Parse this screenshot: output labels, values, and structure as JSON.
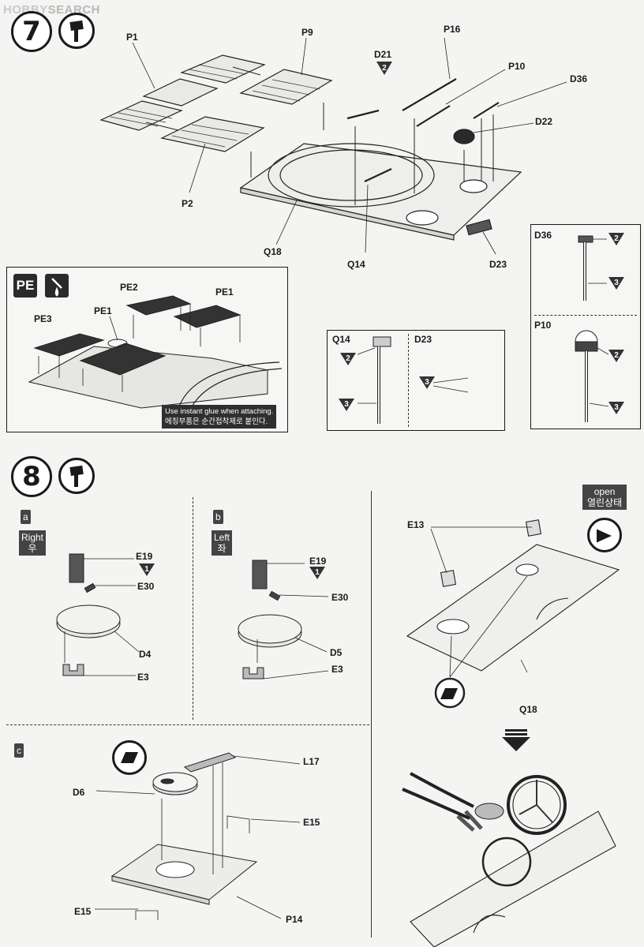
{
  "watermark": {
    "brand": "HOBBY",
    "text": "SEARCH"
  },
  "step7": {
    "number": "7",
    "labels": {
      "p1": "P1",
      "p9": "P9",
      "d21": "D21",
      "d21_num": "2",
      "p16": "P16",
      "p10": "P10",
      "d36": "D36",
      "d22": "D22",
      "p2": "P2",
      "q18": "Q18",
      "q14": "Q14",
      "d23": "D23"
    },
    "pe_box": {
      "badge": "PE",
      "pe1a": "PE1",
      "pe2": "PE2",
      "pe1b": "PE1",
      "pe3": "PE3",
      "note_en": "Use instant glue when attaching.",
      "note_ko": "에칭부품은 순간접착제로 붙인다."
    },
    "q14_box": {
      "q14": "Q14",
      "d23": "D23",
      "n2": "2",
      "n3": "3",
      "n3b": "3"
    },
    "side_box": {
      "d36": "D36",
      "d36_n2": "2",
      "d36_n3": "3",
      "p10": "P10",
      "p10_n2": "2",
      "p10_n3": "3"
    }
  },
  "step8": {
    "number": "8",
    "a": {
      "badge": "a",
      "side_en": "Right",
      "side_ko": "우",
      "e19": "E19",
      "e19_num": "1",
      "e30": "E30",
      "d4": "D4",
      "e3": "E3"
    },
    "b": {
      "badge": "b",
      "side_en": "Left",
      "side_ko": "좌",
      "e19": "E19",
      "e19_num": "1",
      "e30": "E30",
      "d5": "D5",
      "e3": "E3"
    },
    "c": {
      "badge": "c",
      "l17": "L17",
      "d6": "D6",
      "e15": "E15",
      "e15b": "E15",
      "p14": "P14"
    },
    "right": {
      "open_en": "open",
      "open_ko": "열린상태",
      "e13": "E13",
      "q18": "Q18"
    }
  }
}
